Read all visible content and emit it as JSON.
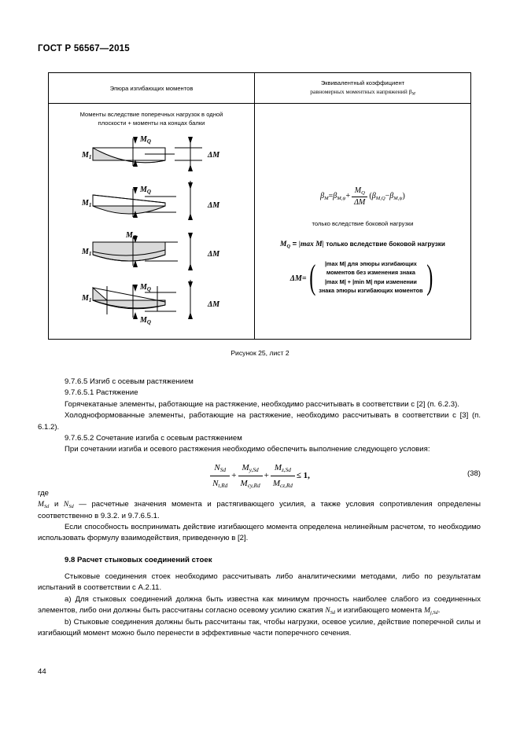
{
  "header": {
    "standard": "ГОСТ Р 56567—2015"
  },
  "figure": {
    "head_left": "Эпюра изгибающих моментов",
    "head_right_line1": "Эквивалентный коэффициент",
    "head_right_line2": "равномерных моментных напряжений β",
    "head_right_sub": "M",
    "subhead_line1": "Моменты вследствие поперечных нагрузок в одной",
    "subhead_line2": "плоскости + моменты на концах балки",
    "labels": {
      "m1": "M",
      "m1_sub": "1",
      "mq": "M",
      "mq_sub": "Q",
      "dm": "ΔM"
    },
    "formula_main": {
      "lhs": "β",
      "lhs_sub": "M",
      "eq": "=",
      "t1": "β",
      "t1_sub": "M,ψ",
      "plus": "+",
      "frac_num": "M",
      "frac_num_sub": "Q",
      "frac_den": "ΔM",
      "paren_open": "(",
      "t2": "β",
      "t2_sub": "M,Q",
      "minus": "−",
      "t3": "β",
      "t3_sub": "M,ψ",
      "paren_close": ")"
    },
    "note_lateral": "только вследствие боковой нагрузки",
    "mq_definition": {
      "lhs": "M",
      "lhs_sub": "Q",
      "eq": "=",
      "expr": "|max M|",
      "tail": "только вследствие боковой нагрузки"
    },
    "dm_definition": {
      "lhs": "ΔM",
      "eq": "=",
      "case1_line1": "|max M|  для эпюры изгибающих",
      "case1_line2": "моментов без изменения знака",
      "case2_line1": "|max M| + |min M|  при изменении",
      "case2_line2": "знака эпюры изгибающих моментов"
    },
    "caption": "Рисунок 25, лист 2"
  },
  "body": {
    "p1": "9.7.6.5 Изгиб с осевым растяжением",
    "p2": "9.7.6.5.1 Растяжение",
    "p3": "Горячекатаные элементы, работающие на растяжение, необходимо рассчитывать в соответствии с [2] (п. 6.2.3).",
    "p4": "Холодноформованные элементы, работающие на растяжение, необходимо рассчитывать в соответствии с [3] (п. 6.1.2).",
    "p5": "9.7.6.5.2 Сочетание изгиба с осевым растяжением",
    "p6": "При сочетании изгиба и осевого растяжения необходимо обеспечить выполнение следующего условия:",
    "equation38": {
      "number": "(38)",
      "n_num": "N",
      "n_num_sub": "Sd",
      "n_den": "N",
      "n_den_sub": "t,Rd",
      "plus1": "+",
      "my_num": "M",
      "my_num_sub": "y,Sd",
      "my_den": "M",
      "my_den_sub": "cy,Rd",
      "plus2": "+",
      "mz_num": "M",
      "mz_num_sub": "z,Sd",
      "mz_den": "M",
      "mz_den_sub": "cz,Rd",
      "rel": "≤ 1,"
    },
    "gde": "где",
    "p7_pre": "M",
    "p7_pre_sub": "Sd",
    "p7_mid": " и ",
    "p7_n": "N",
    "p7_n_sub": "Sd",
    "p7_rest": " — расчетные значения момента и растягивающего усилия, а также условия сопротивления определены соответственно в 9.3.2. и 9.7.6.5.1.",
    "p8": "Если способность воспринимать действие изгибающего момента определена нелинейным расчетом, то необходимо использовать формулу взаимодействия, приведенную в [2].",
    "h98": "9.8 Расчет стыковых соединений стоек",
    "p9": "Стыковые соединения стоек необходимо рассчитывать либо аналитическими методами, либо по результатам испытаний в соответствии с А.2.11.",
    "p10_a": "a) Для стыковых соединений должна быть известна как минимум прочность наиболее слабого из соединенных элементов, либо они должны быть рассчитаны согласно осевому усилию сжатия ",
    "p10_n": "N",
    "p10_n_sub": "Sd",
    "p10_mid": " и изгибающего момента ",
    "p10_m": "M",
    "p10_m_sub": "j,Sd",
    "p10_end": ".",
    "p11": "b) Стыковые соединения должны быть рассчитаны так, чтобы нагрузки, осевое усилие, действие поперечной силы и изгибающий момент можно было перенести в эффективные части поперечного сечения.",
    "page_number": "44"
  }
}
